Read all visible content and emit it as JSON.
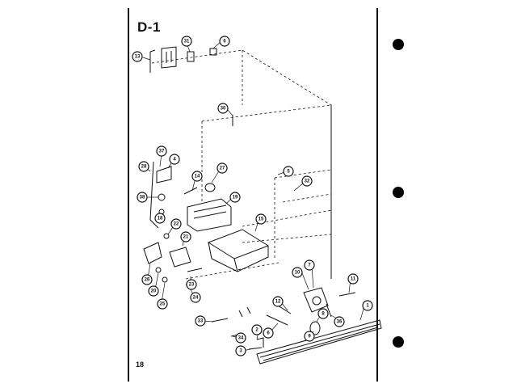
{
  "page": {
    "title": "D-1",
    "page_number": "18"
  },
  "callouts": [
    {
      "id": "c13",
      "label": "13"
    },
    {
      "id": "c31",
      "label": "31"
    },
    {
      "id": "c6a",
      "label": "6"
    },
    {
      "id": "c30",
      "label": "30"
    },
    {
      "id": "c37",
      "label": "37"
    },
    {
      "id": "c4",
      "label": "4"
    },
    {
      "id": "c28",
      "label": "28"
    },
    {
      "id": "c14",
      "label": "14"
    },
    {
      "id": "c27",
      "label": "27"
    },
    {
      "id": "c5",
      "label": "5"
    },
    {
      "id": "c32",
      "label": "32"
    },
    {
      "id": "c38",
      "label": "38"
    },
    {
      "id": "c19",
      "label": "19"
    },
    {
      "id": "c18",
      "label": "18"
    },
    {
      "id": "c15",
      "label": "15"
    },
    {
      "id": "c22",
      "label": "22"
    },
    {
      "id": "c21",
      "label": "21"
    },
    {
      "id": "c26",
      "label": "26"
    },
    {
      "id": "c20",
      "label": "20"
    },
    {
      "id": "c23",
      "label": "23"
    },
    {
      "id": "c24",
      "label": "24"
    },
    {
      "id": "c25",
      "label": "25"
    },
    {
      "id": "c10",
      "label": "10"
    },
    {
      "id": "c7",
      "label": "7"
    },
    {
      "id": "c11",
      "label": "11"
    },
    {
      "id": "c12",
      "label": "12"
    },
    {
      "id": "c1",
      "label": "1"
    },
    {
      "id": "c33",
      "label": "33"
    },
    {
      "id": "c9",
      "label": "9"
    },
    {
      "id": "c6b",
      "label": "6"
    },
    {
      "id": "c36",
      "label": "36"
    },
    {
      "id": "c2",
      "label": "2"
    },
    {
      "id": "c34",
      "label": "34"
    },
    {
      "id": "c3",
      "label": "3"
    },
    {
      "id": "c8",
      "label": "8"
    }
  ]
}
